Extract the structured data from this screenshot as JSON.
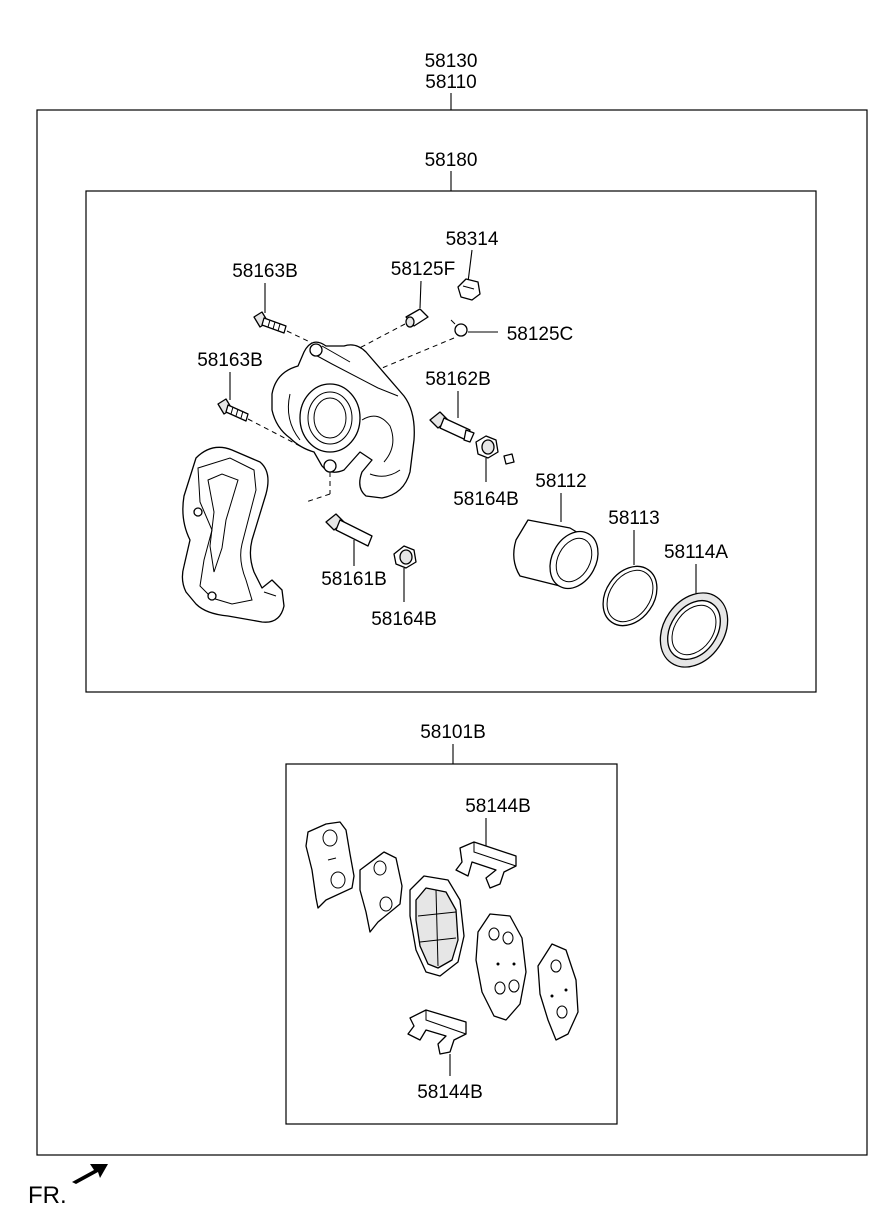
{
  "labels": {
    "assembly_top": "58130",
    "assembly_sub": "58110",
    "caliper_kit": "58180",
    "bleeder_cap": "58314",
    "bolt_upper": "58163B",
    "bleeder_screw": "58125F",
    "bleeder_c": "58125C",
    "bolt_lower": "58163B",
    "guide_pin_b": "58162B",
    "boot_upper": "58164B",
    "piston": "58112",
    "piston_seal": "58113",
    "piston_boot": "58114A",
    "guide_pin_a": "58161B",
    "boot_lower": "58164B",
    "pad_kit": "58101B",
    "clip_upper": "58144B",
    "clip_lower": "58144B"
  },
  "orientation": {
    "text": "FR."
  }
}
